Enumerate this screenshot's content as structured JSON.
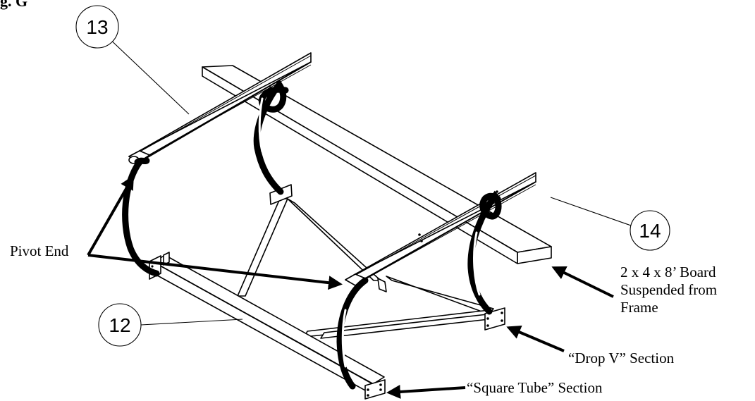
{
  "figure_label": "g. G",
  "callouts": {
    "c12": "12",
    "c13": "13",
    "c14": "14"
  },
  "annotations": {
    "pivot_end": "Pivot End",
    "board_line1": "2 x 4 x 8’ Board",
    "board_line2": "Suspended from",
    "board_line3": "Frame",
    "drop_v": "“Drop V” Section",
    "square_tube": "“Square Tube” Section"
  }
}
